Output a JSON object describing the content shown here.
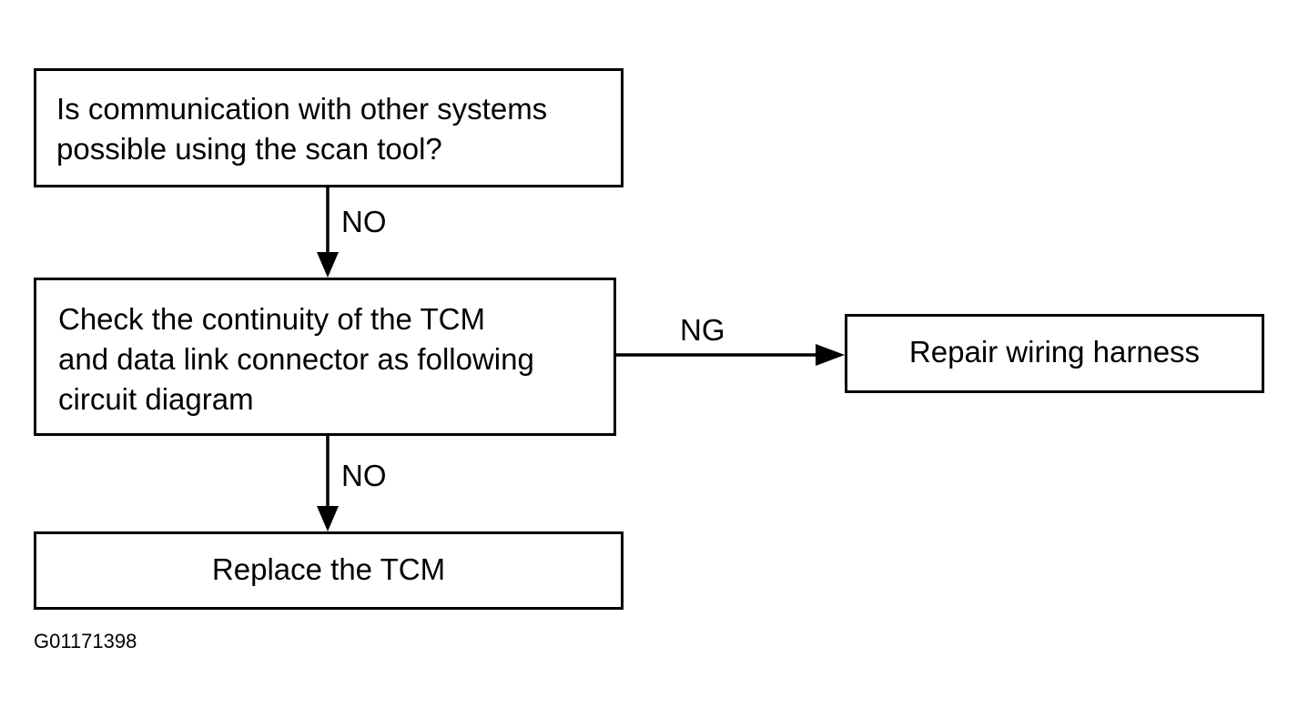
{
  "nodes": {
    "question": {
      "lines": [
        "Is communication with other systems",
        "possible using the scan tool?"
      ]
    },
    "check": {
      "lines": [
        "Check the continuity of the TCM",
        "and data link connector as following",
        "circuit diagram"
      ]
    },
    "repair": {
      "label": "Repair wiring harness"
    },
    "replace": {
      "label": "Replace the TCM"
    }
  },
  "edges": {
    "question_to_check": "NO",
    "check_to_repair": "NG",
    "check_to_replace": "NO"
  },
  "figure_id": "G01171398"
}
